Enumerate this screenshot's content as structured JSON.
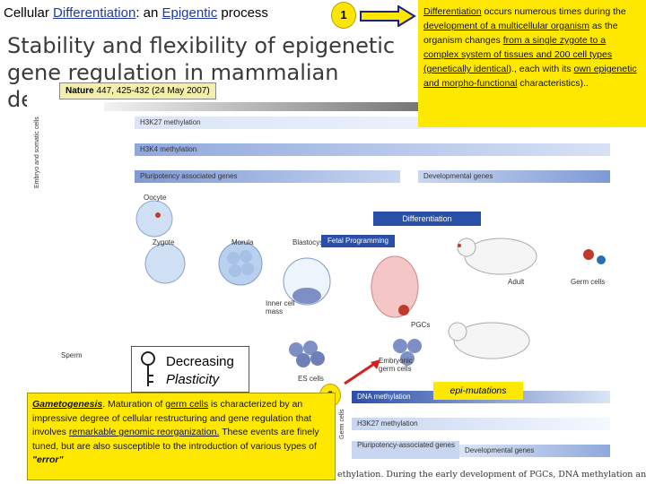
{
  "header": {
    "part1": "Cellular ",
    "differentiation_link": "Differentiation",
    "part2": ": an ",
    "epigentic_link": "Epigentic",
    "part3": " process"
  },
  "badge1": "1",
  "badge2": "2",
  "note1": {
    "link1": "Differentiation",
    "t1": " occurs numerous times during the ",
    "link2": "development of a multicellular organism",
    "t2": " as the organism changes ",
    "link3": "from a single zygote to a complex system of tissues and 200 cell types (genetically identical",
    "t3": ")., each with its ",
    "link4": "own epigenetic and morpho-functional",
    "t4": " characteristics).."
  },
  "slide_title": "Stability and flexibility of epigenetic gene regulation in mammalian development",
  "citation": {
    "journal": "Nature",
    "ref": " 447, 425-432 (24 May 2007)"
  },
  "figure": {
    "side_label_top": "Embryo and somatic cells",
    "side_label_bottom": "Germ cells",
    "bands_top": [
      "H3K27 methylation",
      "H3K4 methylation",
      "Pluripotency associated genes",
      "Developmental genes"
    ],
    "bands_bottom": [
      "DNA methylation",
      "H3K27 methylation",
      "Pluripotency-associated genes",
      "Developmental genes"
    ],
    "stages": [
      "Oocyte",
      "Zygote",
      "Morula",
      "Blastocyst",
      "Inner cell mass",
      "Sperm",
      "ES cells",
      "Embryonic germ cells",
      "PGCs",
      "Adult",
      "Germ cells"
    ],
    "differentiation_label": "Differentiation",
    "fetal_label": "Fetal Programming",
    "epi_label": "epi-mutations"
  },
  "plasticity": {
    "line1": "Decreasing",
    "line2": "Plasticity"
  },
  "note2": {
    "link1": "Gametogenesis",
    "t1": ". Maturation of ",
    "link2": "germ cells",
    "t2": " is characterized by an impressive degree of cellular restructuring and gene regulation that involves ",
    "link3": "remarkable genomic reorganization.",
    "t3": " These events are finely tuned, but are also susceptible to the introduction of various types of ",
    "em": "\"error\""
  },
  "footer_text": "ethylation. During the early development of PGCs, DNA methylation and"
}
